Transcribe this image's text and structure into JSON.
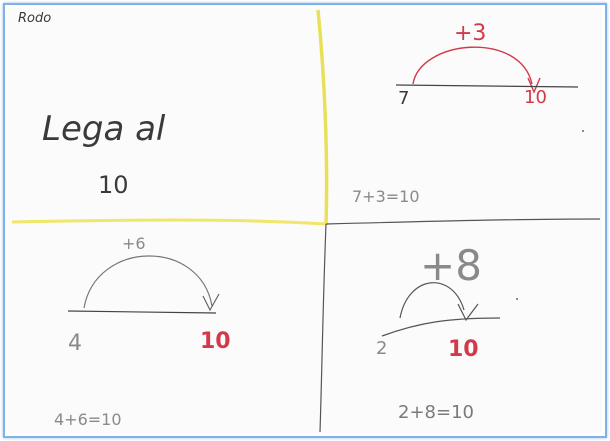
{
  "name_label": "Rodo",
  "q1": {
    "title": "Lega al",
    "target": "10"
  },
  "q2": {
    "jump": "+3",
    "start": "7",
    "end": "10",
    "equation": "7+3=10"
  },
  "q3": {
    "jump": "+6",
    "start": "4",
    "end": "10",
    "equation": "4+6=10"
  },
  "q4": {
    "jump": "+8",
    "start": "2",
    "end": "10",
    "equation": "2+8=10"
  },
  "colors": {
    "pencil": "#3a3a3a",
    "red_pen": "#d23a4a",
    "highlighter": "#efe66a",
    "frame": "#7fb2e6"
  }
}
